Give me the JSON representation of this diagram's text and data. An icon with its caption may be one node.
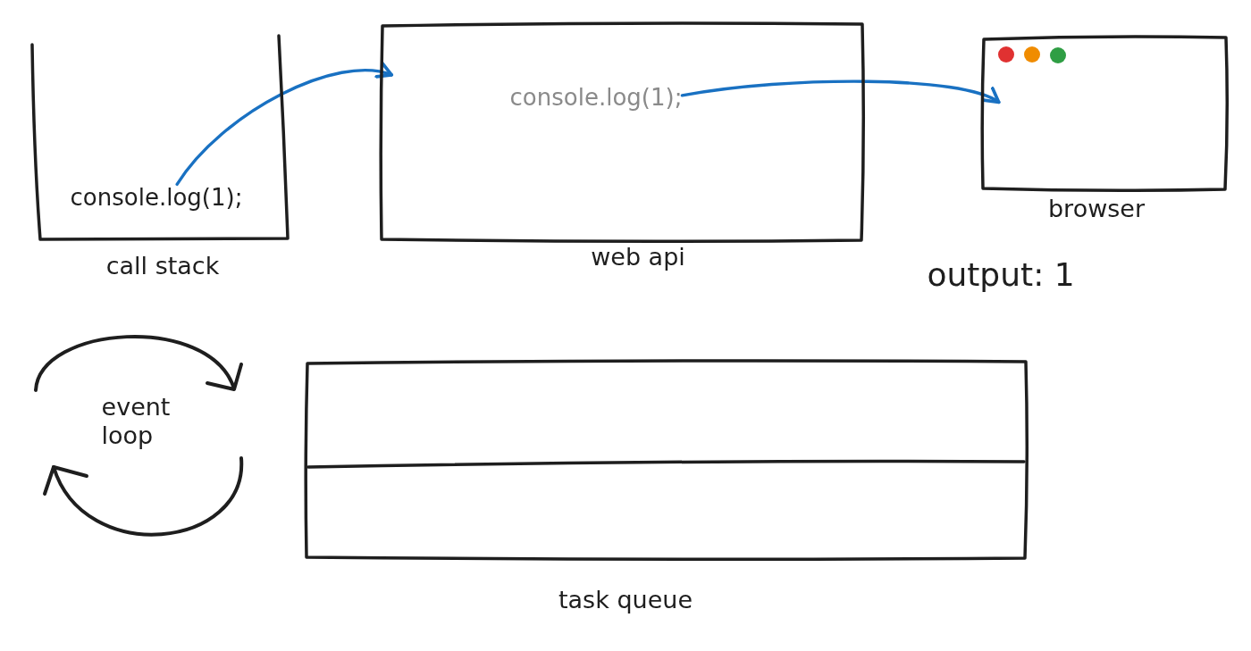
{
  "diagram": {
    "nodes": [
      {
        "text": [
          "call stack"
        ]
      },
      {
        "text": [
          "console.log(1);"
        ],
        "in": 0
      },
      {
        "text": [
          "web api"
        ]
      },
      {
        "text": [
          "console.log(1);"
        ],
        "in": 2
      },
      {
        "text": [
          "browser"
        ]
      },
      {
        "text": [
          "event loop"
        ]
      },
      {
        "text": [
          "task queue"
        ]
      }
    ],
    "edges": [
      {
        "from": 1,
        "to": 2,
        "arrow": "to"
      },
      {
        "from": 3,
        "to": 4,
        "arrow": "to"
      }
    ],
    "labels": [
      "output: 1"
    ]
  }
}
